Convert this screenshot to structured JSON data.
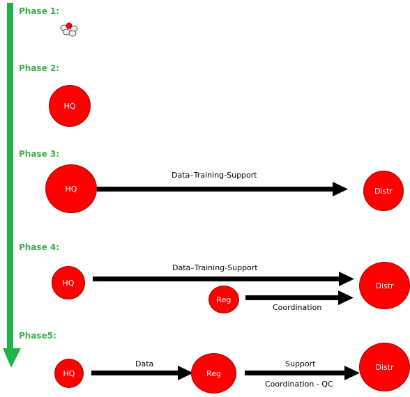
{
  "colors": {
    "timeline": "#1fb34a",
    "phase_text": "#3cb04a",
    "node_fill": "#ff0000",
    "node_stroke": "#a30000",
    "node_text": "#ffffff",
    "arrow": "#000000"
  },
  "phases": [
    {
      "label": "Phase 1:"
    },
    {
      "label": "Phase 2:"
    },
    {
      "label": "Phase 3:"
    },
    {
      "label": "Phase 4:"
    },
    {
      "label": "Phase5:"
    }
  ],
  "nodes": {
    "p2_hq": "HQ",
    "p3_hq": "HQ",
    "p3_distr": "Distr",
    "p4_hq": "HQ",
    "p4_reg": "Reg",
    "p4_distr": "Distr",
    "p5_hq": "HQ",
    "p5_reg": "Reg",
    "p5_distr": "Distr"
  },
  "edges": {
    "p3_hq_distr": "Data–Training-Support",
    "p4_hq_distr": "Data–Training-Support",
    "p4_reg_distr": "Coordination",
    "p5_hq_reg": "Data",
    "p5_reg_distr_top": "Support",
    "p5_reg_distr_bottom": "Coordination - QC"
  },
  "icons": {
    "phase1": "tiny-cluster-icon"
  }
}
